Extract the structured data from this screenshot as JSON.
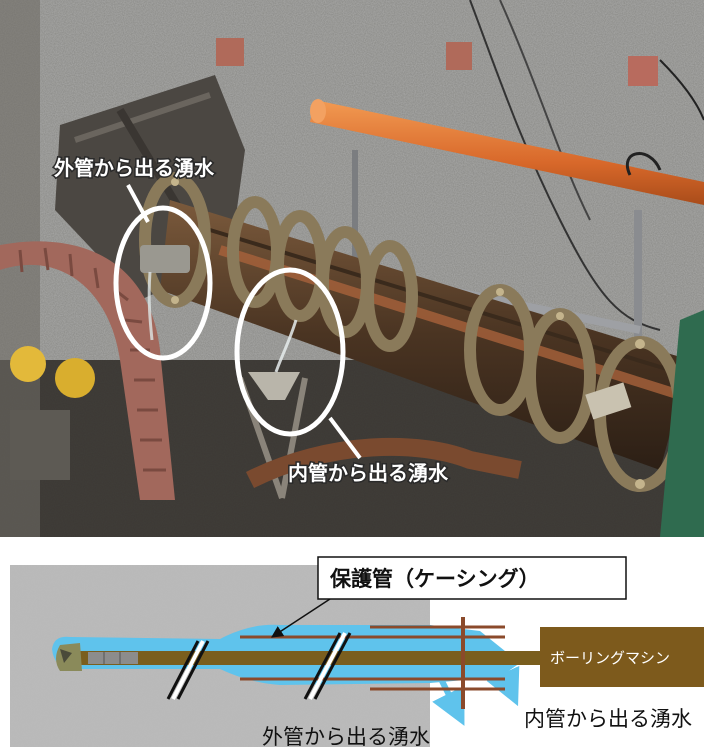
{
  "photo": {
    "label_outer": "外管から出る湧水",
    "label_inner": "内管から出る湧水"
  },
  "diagram": {
    "casing_label": "保護管（ケーシング）",
    "machine_label": "ボーリングマシン",
    "outer_water_label": "外管から出る湧水",
    "inner_water_label": "内管から出る湧水"
  },
  "colors": {
    "orange_pipe": "#e07a2e",
    "water_blue": "#5fc3ec",
    "casing_brown": "#8b4a2b",
    "rod_olive": "#7a5e1e",
    "machine_brown": "#7d5a1c"
  }
}
